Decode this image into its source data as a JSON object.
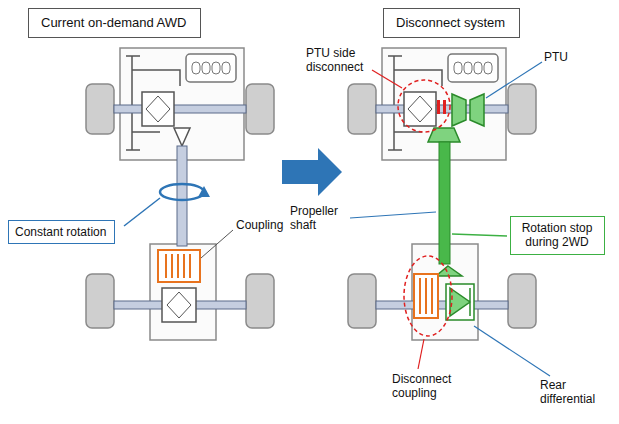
{
  "diagram": {
    "nodes": [
      {
        "text": [
          "Current on-demand AWD"
        ]
      },
      {
        "text": [
          "Disconnect system"
        ]
      },
      {
        "text": [
          "Constant rotation"
        ]
      },
      {
        "text": [
          "Rotation stop during 2WD"
        ]
      }
    ],
    "labels": [
      "PTU side disconnect",
      "PTU",
      "Coupling",
      "Propeller shaft",
      "Disconnect coupling",
      "Rear differential"
    ]
  }
}
